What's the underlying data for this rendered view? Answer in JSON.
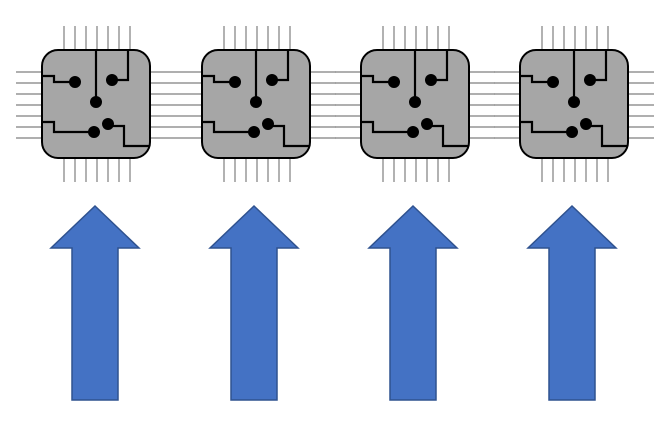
{
  "diagram": {
    "chips": [
      {
        "icon": "microchip-icon"
      },
      {
        "icon": "microchip-icon"
      },
      {
        "icon": "microchip-icon"
      },
      {
        "icon": "microchip-icon"
      }
    ],
    "arrows": [
      {
        "icon": "up-arrow-icon",
        "direction": "up"
      },
      {
        "icon": "up-arrow-icon",
        "direction": "up"
      },
      {
        "icon": "up-arrow-icon",
        "direction": "up"
      },
      {
        "icon": "up-arrow-icon",
        "direction": "up"
      }
    ],
    "colors": {
      "chip_fill": "#a6a6a6",
      "chip_stroke": "#000000",
      "pin_stroke": "#7f7f7f",
      "trace_stroke": "#000000",
      "arrow_fill": "#4472c4",
      "arrow_stroke": "#2f528f",
      "background": "#ffffff"
    }
  }
}
